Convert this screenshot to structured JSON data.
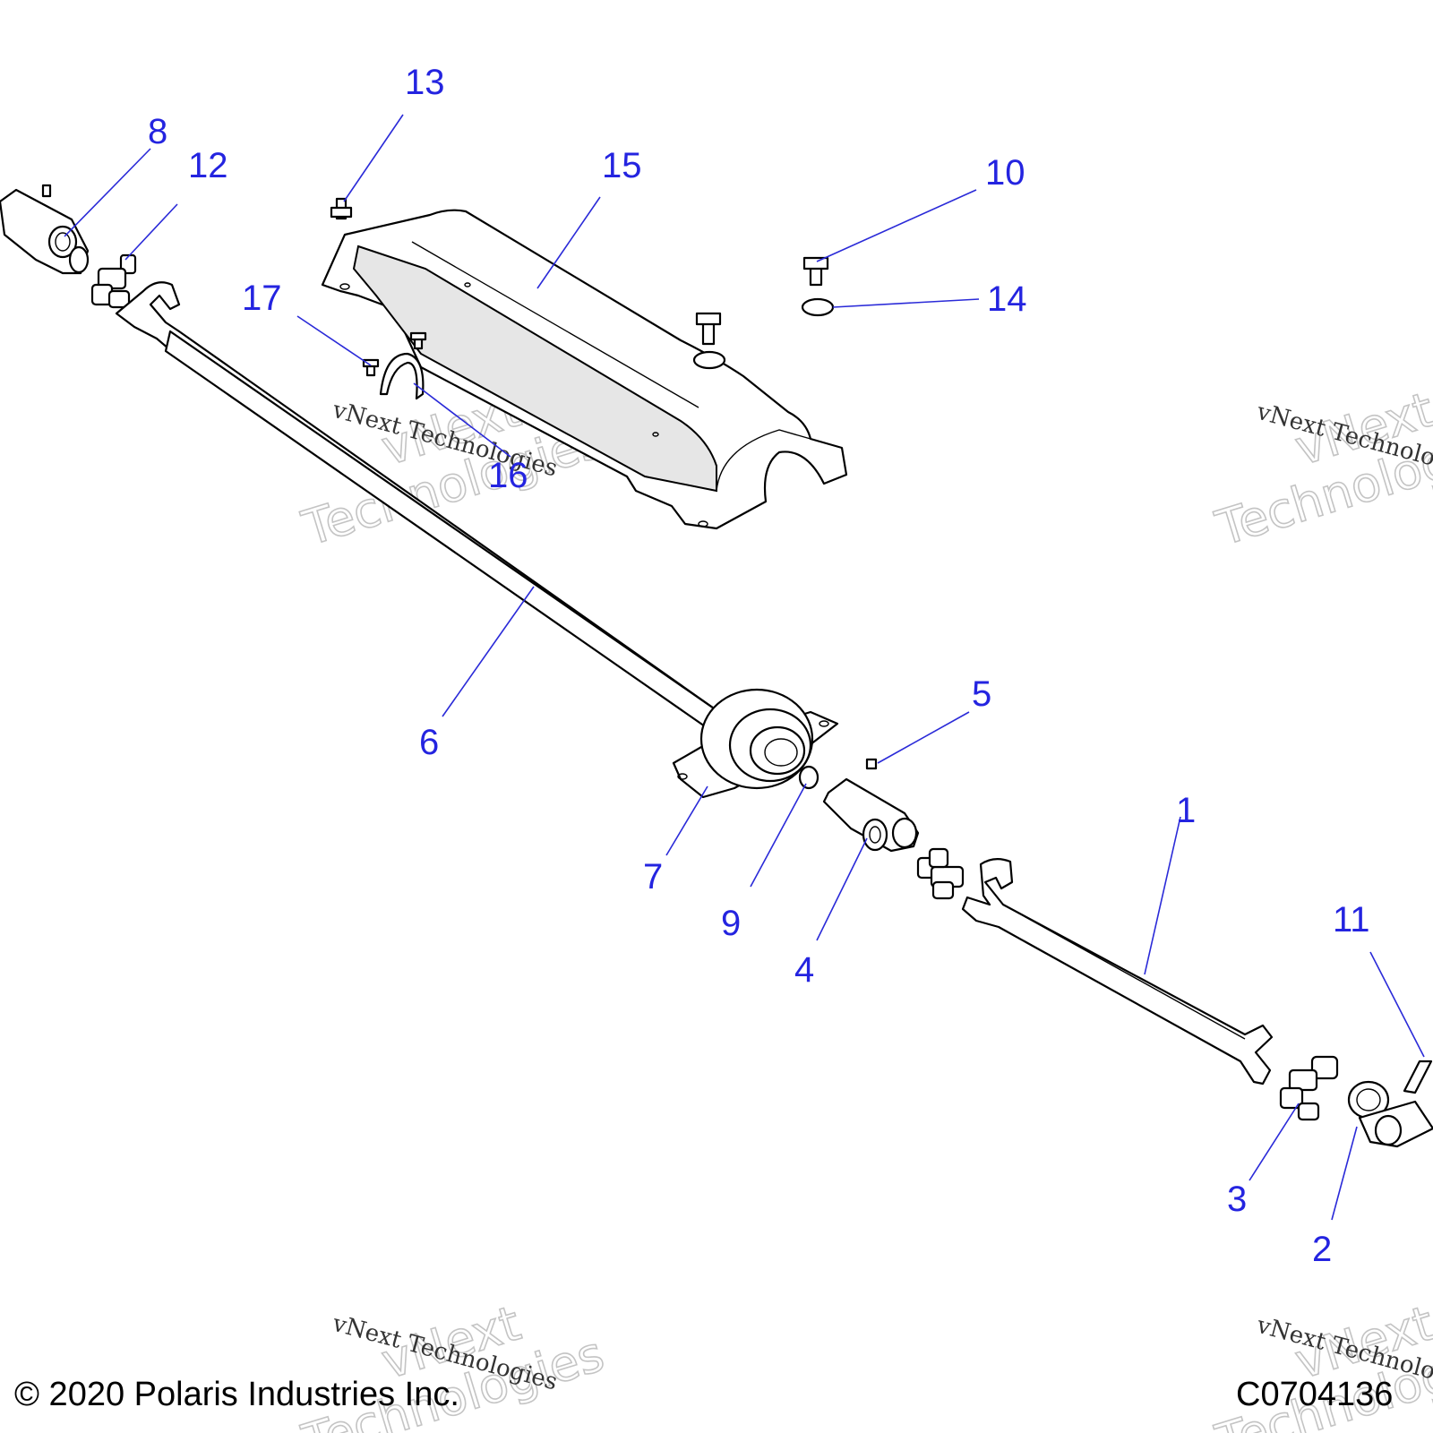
{
  "callouts": [
    {
      "id": "1",
      "label": "1"
    },
    {
      "id": "2",
      "label": "2"
    },
    {
      "id": "3",
      "label": "3"
    },
    {
      "id": "4",
      "label": "4"
    },
    {
      "id": "5",
      "label": "5"
    },
    {
      "id": "6",
      "label": "6"
    },
    {
      "id": "7",
      "label": "7"
    },
    {
      "id": "8",
      "label": "8"
    },
    {
      "id": "9",
      "label": "9"
    },
    {
      "id": "10",
      "label": "10"
    },
    {
      "id": "11",
      "label": "11"
    },
    {
      "id": "12",
      "label": "12"
    },
    {
      "id": "13",
      "label": "13"
    },
    {
      "id": "14",
      "label": "14"
    },
    {
      "id": "15",
      "label": "15"
    },
    {
      "id": "16",
      "label": "16"
    },
    {
      "id": "17",
      "label": "17"
    }
  ],
  "watermark": {
    "line1": "vNext",
    "line2": "Technologies",
    "small": "vNext Technologies"
  },
  "footer": {
    "copyright": "© 2020 Polaris Industries Inc.",
    "code": "C0704136"
  },
  "colors": {
    "callout": "#2424e0",
    "line_art": "#000000"
  }
}
